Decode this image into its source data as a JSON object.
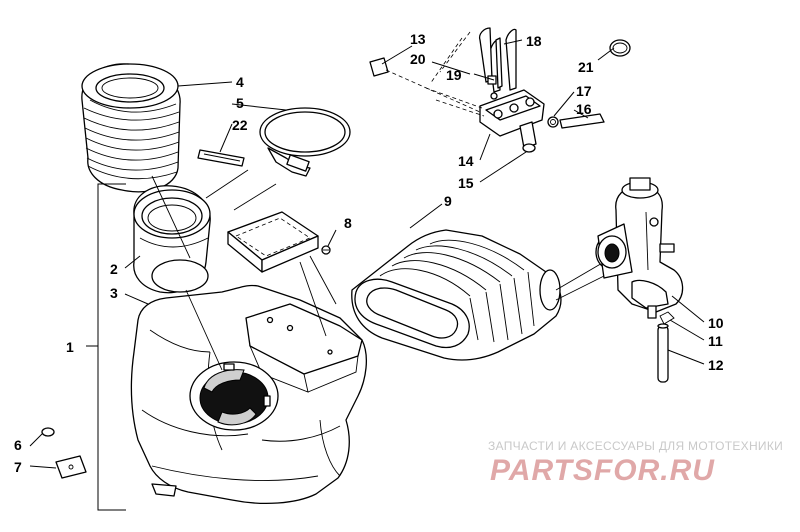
{
  "callouts": {
    "c1": "1",
    "c2": "2",
    "c3": "3",
    "c4": "4",
    "c5": "5",
    "c6": "6",
    "c7": "7",
    "c8": "8",
    "c9": "9",
    "c10": "10",
    "c11": "11",
    "c12": "12",
    "c13": "13",
    "c14": "14",
    "c15": "15",
    "c16": "16",
    "c17": "17",
    "c18": "18",
    "c19": "19",
    "c20": "20",
    "c21": "21",
    "c22": "22"
  },
  "watermark": {
    "caption": "ЗАПЧАСТИ И АКСЕССУАРЫ ДЛЯ МОТОТЕХНИКИ",
    "logo": "PARTSFOR.RU",
    "logo_color": "#e0a8a8"
  }
}
